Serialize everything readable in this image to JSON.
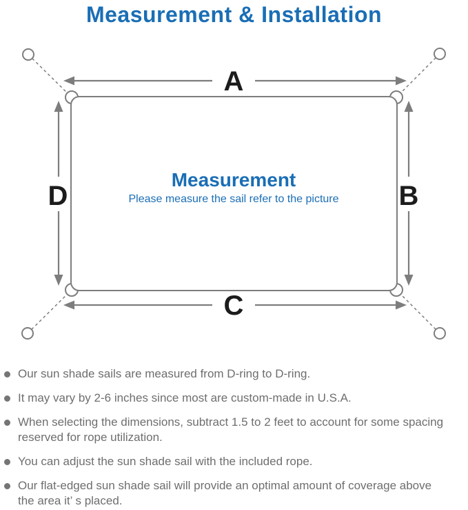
{
  "page_title": "Measurement & Installation",
  "diagram": {
    "dimension_labels": {
      "top": "A",
      "right": "B",
      "bottom": "C",
      "left": "D"
    },
    "center_title": "Measurement",
    "center_subtitle": "Please measure the sail refer to the picture"
  },
  "colors": {
    "accent_blue": "#1a6eb5",
    "line_gray": "#7d7d7d",
    "note_text_gray": "#6e6e6e",
    "dimension_label_black": "#1c1c1c"
  },
  "notes": {
    "items": [
      "Our sun shade sails are measured from D-ring to D-ring.",
      "It may vary by 2-6 inches since most are custom-made in U.S.A.",
      "When selecting the dimensions, subtract 1.5 to 2 feet to account for some spacing\nreserved for rope utilization.",
      "You can adjust the sun shade sail with the included rope.",
      "Our flat-edged sun shade sail will provide an optimal amount of coverage above\nthe area it’ s placed."
    ]
  }
}
